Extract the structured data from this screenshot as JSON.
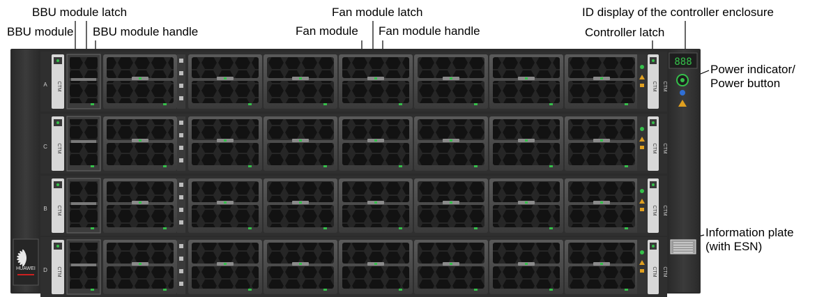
{
  "callouts": {
    "bbu_latch": "BBU module latch",
    "bbu_module": "BBU module",
    "bbu_handle": "BBU module handle",
    "fan_latch": "Fan module latch",
    "fan_module": "Fan module",
    "fan_handle": "Fan module handle",
    "id_display": "ID display of the controller enclosure",
    "controller_latch": "Controller latch",
    "power": "Power indicator/\nPower button",
    "info_plate": "Information plate\n(with ESN)"
  },
  "enclosure": {
    "brand": "HUAWEI",
    "id_digits": "888",
    "rows": [
      {
        "slot_label": "A",
        "module_label": "CTM"
      },
      {
        "slot_label": "C",
        "module_label": "CTM"
      },
      {
        "slot_label": "B",
        "module_label": "CTM"
      },
      {
        "slot_label": "D",
        "module_label": "CTM"
      }
    ],
    "fans_per_row": 7,
    "colors": {
      "chassis": "#2b2b2b",
      "bezel": "#3a3a3a",
      "fan_face": "#4a4a4a",
      "honeycomb": "#1a1a1a",
      "indicator_green": "#35c04a",
      "indicator_amber": "#e0a020",
      "indicator_blue": "#2f6fd6",
      "brand_red": "#cc2020"
    }
  }
}
